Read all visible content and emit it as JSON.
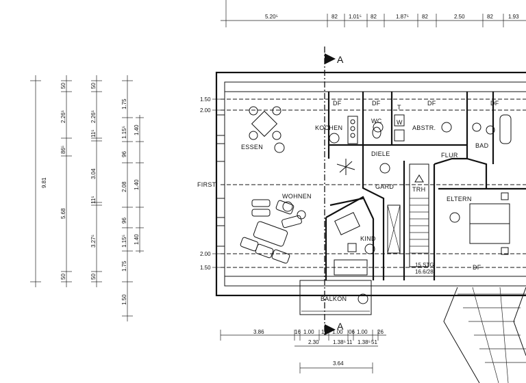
{
  "section_marker": "A",
  "rooms": [
    {
      "key": "essen",
      "label": "ESSEN"
    },
    {
      "key": "kochen",
      "label": "KOCHEN"
    },
    {
      "key": "wc",
      "label": "WC"
    },
    {
      "key": "abstr",
      "label": "ABSTR."
    },
    {
      "key": "bad",
      "label": "BAD"
    },
    {
      "key": "diele",
      "label": "DIELE"
    },
    {
      "key": "flur",
      "label": "FLUR"
    },
    {
      "key": "gard",
      "label": "GARD"
    },
    {
      "key": "trh",
      "label": "TRH"
    },
    {
      "key": "eltern",
      "label": "ELTERN"
    },
    {
      "key": "wohnen",
      "label": "WOHNEN"
    },
    {
      "key": "kind",
      "label": "KIND"
    },
    {
      "key": "balkon",
      "label": "BALKON"
    },
    {
      "key": "first",
      "label": "FIRST"
    }
  ],
  "annotations": {
    "df": "DF",
    "w": "W",
    "t": "T",
    "stair_1": "15 STG",
    "stair_2": "16.6/28"
  },
  "dimensions": {
    "top": [
      "5.20⁵",
      "82",
      "1.01⁵",
      "82",
      "1.87⁵",
      "82",
      "2.50",
      "82",
      "1.93"
    ],
    "left_total": "9.81",
    "left_col1": [
      "50",
      "2.26⁵",
      "86⁵",
      "5.68",
      "50"
    ],
    "left_col2": [
      "50",
      "2.26⁵",
      "11⁵",
      "3.04",
      "11⁵",
      "3.27⁵",
      "50"
    ],
    "left_col3": [
      "1.75",
      "1.15⁵",
      "96",
      "2.08",
      "96",
      "1.15⁵",
      "1.75",
      "1.50"
    ],
    "left_col4": [
      "1.40",
      "1.40",
      "1.40"
    ],
    "left_levels": [
      "1.50",
      "2.00",
      "2.00",
      "1.50"
    ],
    "bottom_row1": [
      "3.86",
      "16",
      "1.00",
      "11",
      "1.00",
      "06",
      "1.00",
      "26"
    ],
    "bottom_row2": [
      "2.30",
      "1.38⁵",
      "11",
      "1.38⁵",
      "51"
    ],
    "bottom_total": "3.64"
  }
}
